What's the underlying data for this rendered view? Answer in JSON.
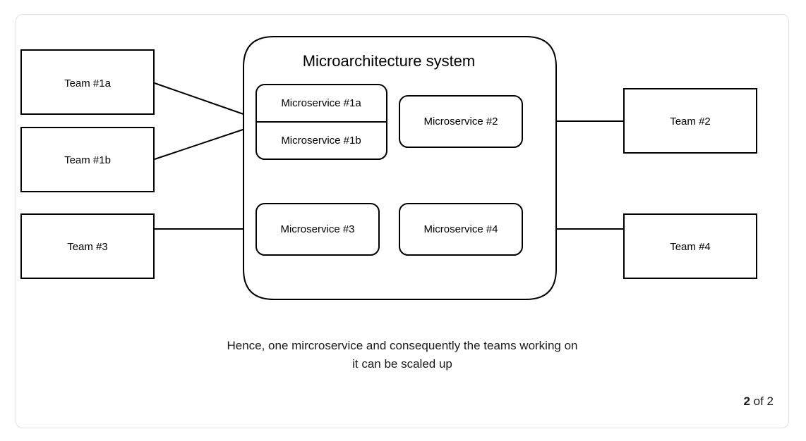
{
  "page": {
    "background": "#ffffff",
    "card_border_color": "#e2e2e6",
    "stroke_color": "#000000"
  },
  "diagram": {
    "system": {
      "title": "Microarchitecture system",
      "services": [
        {
          "id": "ms1a",
          "label": "Microservice #1a"
        },
        {
          "id": "ms1b",
          "label": "Microservice #1b"
        },
        {
          "id": "ms2",
          "label": "Microservice #2"
        },
        {
          "id": "ms3",
          "label": "Microservice #3"
        },
        {
          "id": "ms4",
          "label": "Microservice #4"
        }
      ]
    },
    "teams": [
      {
        "id": "team1a",
        "label": "Team #1a"
      },
      {
        "id": "team1b",
        "label": "Team #1b"
      },
      {
        "id": "team3",
        "label": "Team #3"
      },
      {
        "id": "team2",
        "label": "Team #2"
      },
      {
        "id": "team4",
        "label": "Team #4"
      }
    ],
    "connections": [
      {
        "from": "team1a",
        "to": "ms1a",
        "direction": "right"
      },
      {
        "from": "team1b",
        "to": "ms1b",
        "direction": "right"
      },
      {
        "from": "team3",
        "to": "ms3",
        "direction": "right"
      },
      {
        "from": "team2",
        "to": "ms2",
        "direction": "left"
      },
      {
        "from": "team4",
        "to": "ms4",
        "direction": "left"
      }
    ]
  },
  "caption": {
    "line1": "Hence, one mircroservice and consequently the teams working on",
    "line2": "it can be scaled up"
  },
  "pager": {
    "current": "2",
    "separator": " of ",
    "total": "2"
  }
}
